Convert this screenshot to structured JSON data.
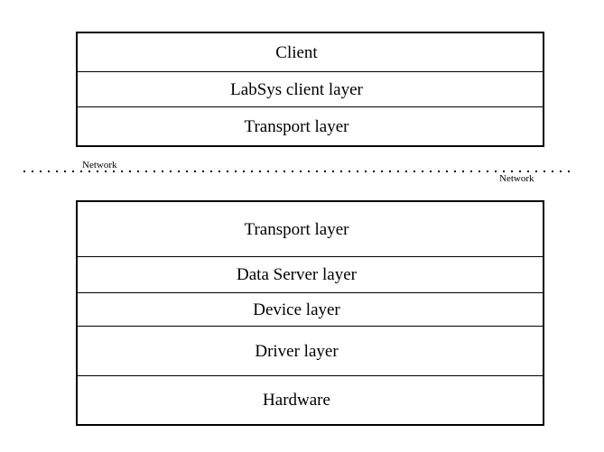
{
  "diagram": {
    "background_color": "#ffffff",
    "line_color": "#000000",
    "client_stack": {
      "rows": [
        {
          "label": "Client"
        },
        {
          "label": "LabSys client layer"
        },
        {
          "label": "Transport layer"
        }
      ]
    },
    "network_divider": {
      "left_label": "Network",
      "right_label": "Network"
    },
    "server_stack": {
      "rows": [
        {
          "label": "Transport layer"
        },
        {
          "label": "Data Server layer"
        },
        {
          "label": "Device layer"
        },
        {
          "label": "Driver layer"
        },
        {
          "label": "Hardware"
        }
      ]
    }
  }
}
